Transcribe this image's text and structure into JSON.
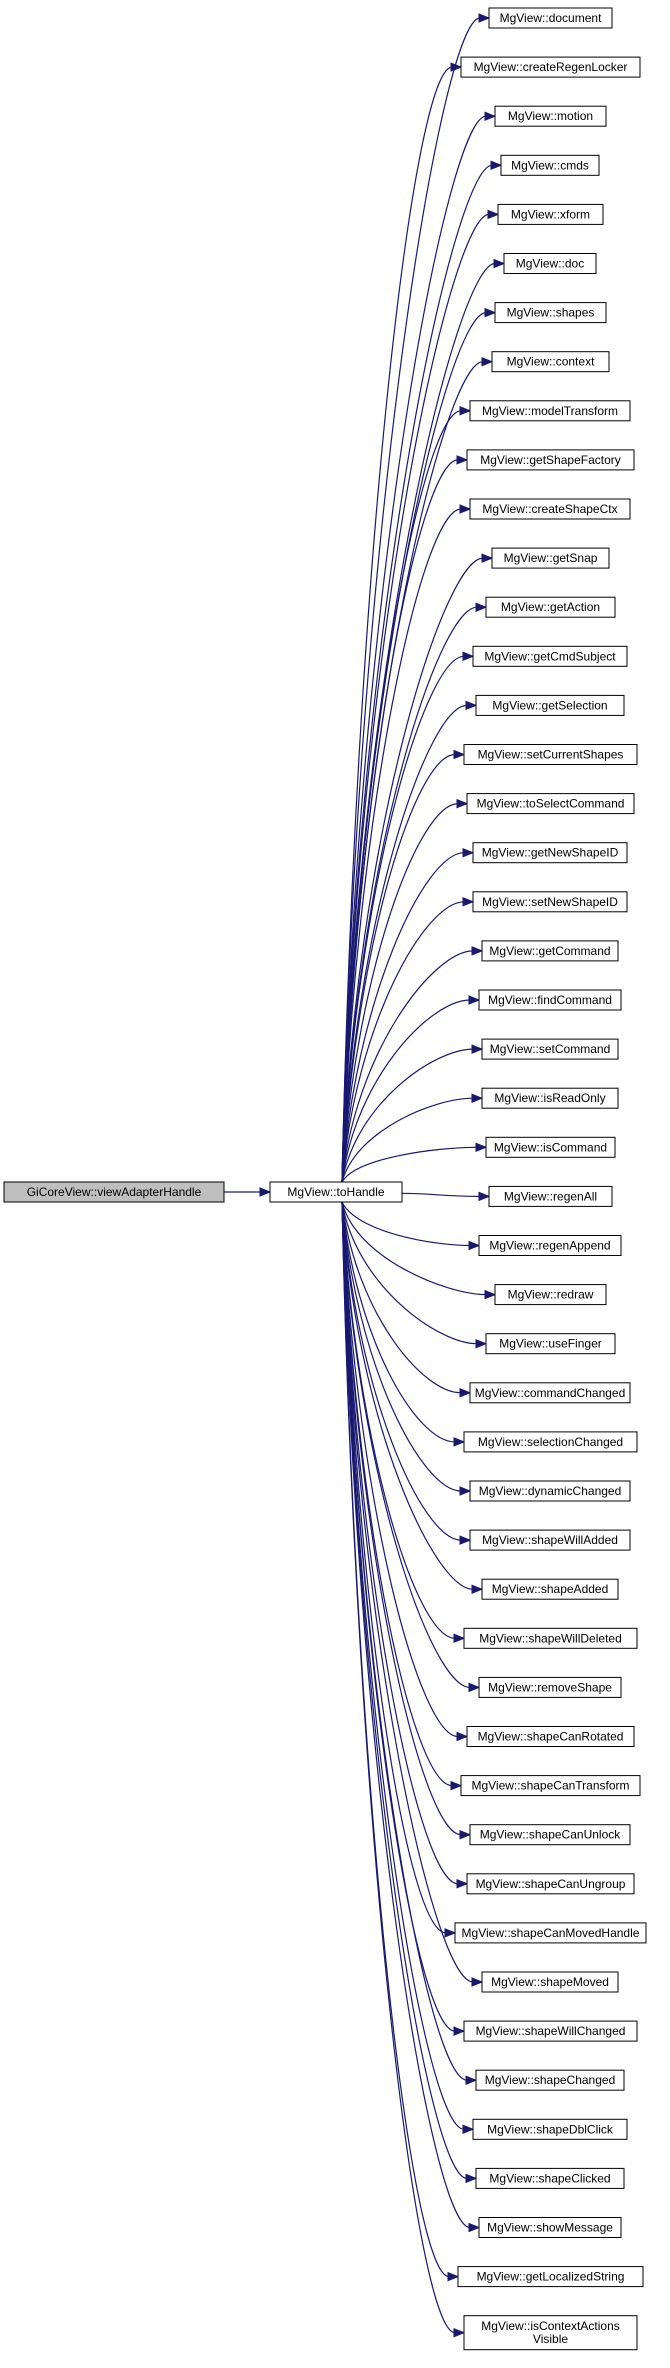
{
  "graph": {
    "source": {
      "label": "GiCoreView::viewAdapterHandle",
      "fill": "#bfbfbf"
    },
    "hub": {
      "label": "MgView::toHandle",
      "stroke": "#ff0000"
    },
    "edge_color": "#191970",
    "targets": [
      {
        "label": "MgView::document"
      },
      {
        "label": "MgView::createRegenLocker"
      },
      {
        "label": "MgView::motion"
      },
      {
        "label": "MgView::cmds"
      },
      {
        "label": "MgView::xform"
      },
      {
        "label": "MgView::doc"
      },
      {
        "label": "MgView::shapes"
      },
      {
        "label": "MgView::context"
      },
      {
        "label": "MgView::modelTransform"
      },
      {
        "label": "MgView::getShapeFactory"
      },
      {
        "label": "MgView::createShapeCtx"
      },
      {
        "label": "MgView::getSnap"
      },
      {
        "label": "MgView::getAction"
      },
      {
        "label": "MgView::getCmdSubject"
      },
      {
        "label": "MgView::getSelection"
      },
      {
        "label": "MgView::setCurrentShapes"
      },
      {
        "label": "MgView::toSelectCommand"
      },
      {
        "label": "MgView::getNewShapeID"
      },
      {
        "label": "MgView::setNewShapeID"
      },
      {
        "label": "MgView::getCommand"
      },
      {
        "label": "MgView::findCommand"
      },
      {
        "label": "MgView::setCommand"
      },
      {
        "label": "MgView::isReadOnly"
      },
      {
        "label": "MgView::isCommand"
      },
      {
        "label": "MgView::regenAll"
      },
      {
        "label": "MgView::regenAppend"
      },
      {
        "label": "MgView::redraw"
      },
      {
        "label": "MgView::useFinger"
      },
      {
        "label": "MgView::commandChanged"
      },
      {
        "label": "MgView::selectionChanged"
      },
      {
        "label": "MgView::dynamicChanged"
      },
      {
        "label": "MgView::shapeWillAdded"
      },
      {
        "label": "MgView::shapeAdded"
      },
      {
        "label": "MgView::shapeWillDeleted"
      },
      {
        "label": "MgView::removeShape"
      },
      {
        "label": "MgView::shapeCanRotated"
      },
      {
        "label": "MgView::shapeCanTransform"
      },
      {
        "label": "MgView::shapeCanUnlock"
      },
      {
        "label": "MgView::shapeCanUngroup"
      },
      {
        "label": "MgView::shapeCanMovedHandle"
      },
      {
        "label": "MgView::shapeMoved"
      },
      {
        "label": "MgView::shapeWillChanged"
      },
      {
        "label": "MgView::shapeChanged"
      },
      {
        "label": "MgView::shapeDblClick"
      },
      {
        "label": "MgView::shapeClicked"
      },
      {
        "label": "MgView::showMessage"
      },
      {
        "label": "MgView::getLocalizedString"
      },
      {
        "label": "MgView::isContextActions\nVisible"
      }
    ]
  }
}
